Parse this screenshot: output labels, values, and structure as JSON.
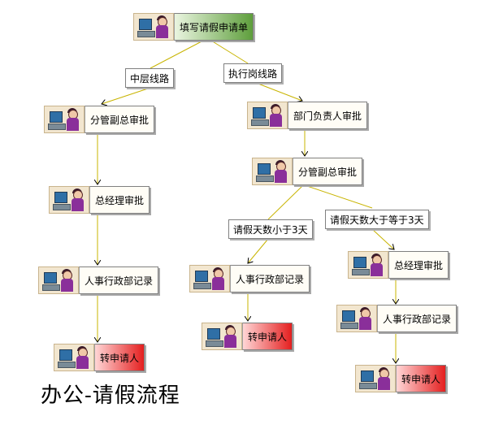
{
  "nodes": {
    "fill_request": "填写请假申请单",
    "vice_gm_left": "分管副总审批",
    "gm_left": "总经理审批",
    "hr_left": "人事行政部记录",
    "forward_left": "转申请人",
    "dept_head": "部门负责人审批",
    "vice_gm_right": "分管副总审批",
    "hr_mid": "人事行政部记录",
    "forward_mid": "转申请人",
    "gm_right": "总经理审批",
    "hr_right": "人事行政部记录",
    "forward_right": "转申请人"
  },
  "conditions": {
    "middle_route": "中层线路",
    "exec_route": "执行岗线路",
    "less_than_3": "请假天数小于3天",
    "ge_3": "请假天数大于等于3天"
  },
  "title": "办公-请假流程",
  "colors": {
    "start_node": "#5e9e3c",
    "end_node": "#e41f1f",
    "connector": "#c8b400"
  },
  "icons": {
    "node_illustration": "person-at-computer-icon"
  }
}
